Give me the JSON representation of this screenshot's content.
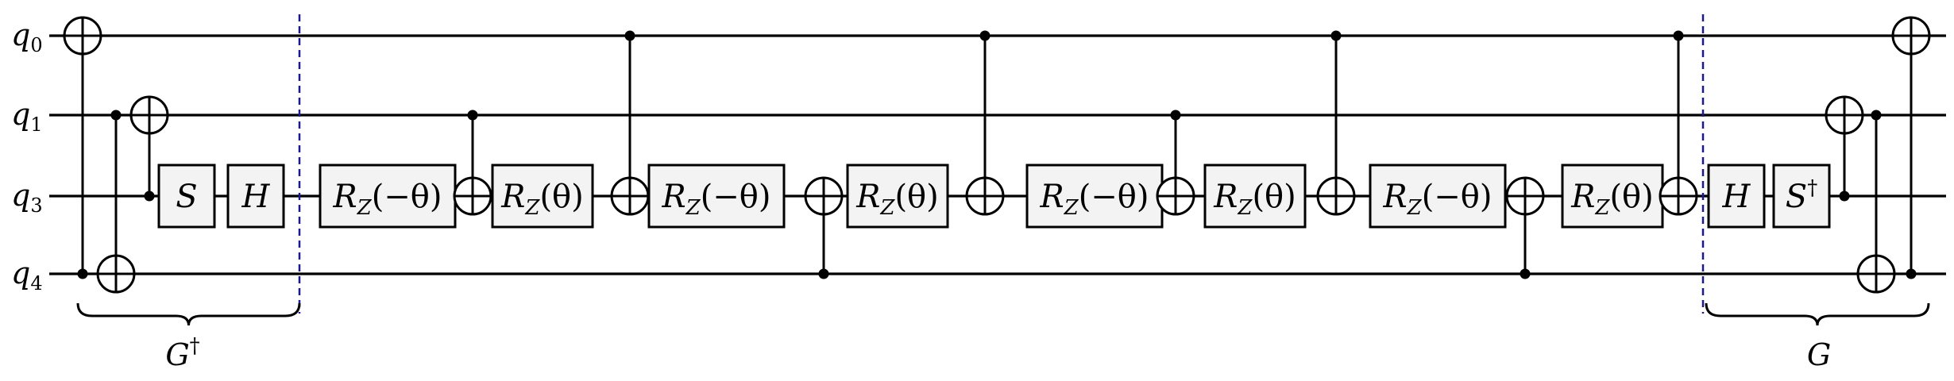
{
  "qubits": [
    {
      "id": "q0",
      "base": "q",
      "sub": "0"
    },
    {
      "id": "q1",
      "base": "q",
      "sub": "1"
    },
    {
      "id": "q3",
      "base": "q",
      "sub": "3"
    },
    {
      "id": "q4",
      "base": "q",
      "sub": "4"
    }
  ],
  "gates": [
    {
      "type": "cnot",
      "control": "q4",
      "target": "q0"
    },
    {
      "type": "cnot",
      "control": "q1",
      "target": "q4"
    },
    {
      "type": "cnot",
      "control": "q3",
      "target": "q1"
    },
    {
      "type": "box",
      "qubit": "q3",
      "label": "S",
      "script": ""
    },
    {
      "type": "box",
      "qubit": "q3",
      "label": "H",
      "script": ""
    },
    {
      "type": "barrier"
    },
    {
      "type": "box",
      "qubit": "q3",
      "label": "R",
      "script": "Z",
      "arg": "(−θ)"
    },
    {
      "type": "cnot",
      "control": "q1",
      "target": "q3"
    },
    {
      "type": "box",
      "qubit": "q3",
      "label": "R",
      "script": "Z",
      "arg": "(θ)"
    },
    {
      "type": "cnot",
      "control": "q0",
      "target": "q3"
    },
    {
      "type": "box",
      "qubit": "q3",
      "label": "R",
      "script": "Z",
      "arg": "(−θ)"
    },
    {
      "type": "cnot",
      "control": "q4",
      "target": "q3"
    },
    {
      "type": "box",
      "qubit": "q3",
      "label": "R",
      "script": "Z",
      "arg": "(θ)"
    },
    {
      "type": "cnot",
      "control": "q0",
      "target": "q3"
    },
    {
      "type": "box",
      "qubit": "q3",
      "label": "R",
      "script": "Z",
      "arg": "(−θ)"
    },
    {
      "type": "cnot",
      "control": "q1",
      "target": "q3"
    },
    {
      "type": "box",
      "qubit": "q3",
      "label": "R",
      "script": "Z",
      "arg": "(θ)"
    },
    {
      "type": "cnot",
      "control": "q0",
      "target": "q3"
    },
    {
      "type": "box",
      "qubit": "q3",
      "label": "R",
      "script": "Z",
      "arg": "(−θ)"
    },
    {
      "type": "cnot",
      "control": "q4",
      "target": "q3"
    },
    {
      "type": "box",
      "qubit": "q3",
      "label": "R",
      "script": "Z",
      "arg": "(θ)"
    },
    {
      "type": "cnot",
      "control": "q0",
      "target": "q3"
    },
    {
      "type": "barrier"
    },
    {
      "type": "box",
      "qubit": "q3",
      "label": "H",
      "script": ""
    },
    {
      "type": "box",
      "qubit": "q3",
      "label": "S",
      "script": "†"
    },
    {
      "type": "cnot",
      "control": "q3",
      "target": "q1"
    },
    {
      "type": "cnot",
      "control": "q1",
      "target": "q4"
    },
    {
      "type": "cnot",
      "control": "q4",
      "target": "q0"
    }
  ],
  "groups": [
    {
      "label": "G",
      "script": "†"
    },
    {
      "label": "G",
      "script": ""
    }
  ]
}
